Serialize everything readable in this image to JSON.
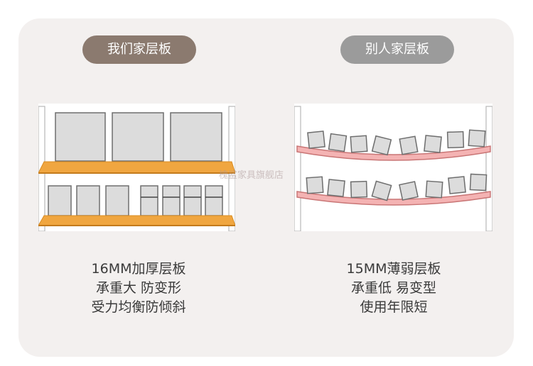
{
  "header": {
    "ours_label": "我们家层板",
    "theirs_label": "别人家层板"
  },
  "ours": {
    "line1": "16MM加厚层板",
    "line2": "承重大 防变形",
    "line3": "受力均衡防倾斜"
  },
  "theirs": {
    "line1": "15MM薄弱层板",
    "line2": "承重低 易变型",
    "line3": "使用年限短"
  },
  "watermark": "槐鲨家具旗舰店",
  "colors": {
    "card_bg": "#f3f0ef",
    "ours_pill": "#8b7a6f",
    "theirs_pill": "#9b9b9b",
    "ours_shelf": "#f0a640",
    "theirs_shelf": "#f4b3b3",
    "box_fill": "#dcdcdc"
  }
}
